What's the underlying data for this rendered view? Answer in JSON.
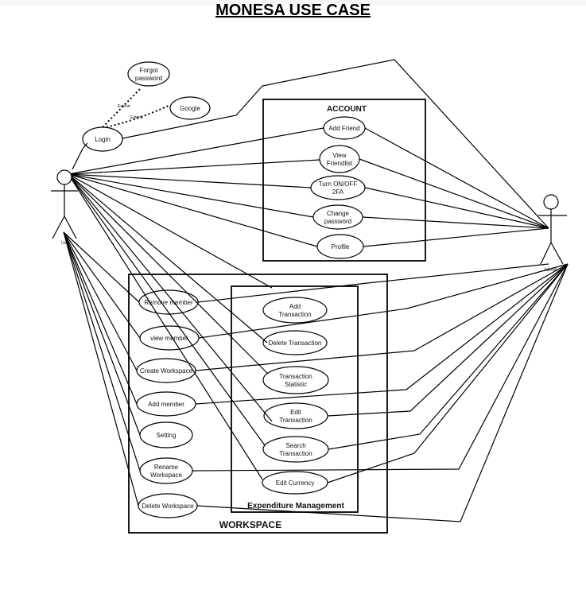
{
  "title": "MONESA USE CASE",
  "boxes": {
    "account": "ACCOUNT",
    "workspace": "WORKSPACE",
    "expenditure": "Expenditure Management"
  },
  "actors": {
    "user": "User",
    "admin": "Admin"
  },
  "relations": {
    "extend": "Extend"
  },
  "use_cases": {
    "forgot_password": [
      "Forgot",
      "password"
    ],
    "google": [
      "Google"
    ],
    "login": [
      "Login"
    ],
    "add_friend": [
      "Add Friend"
    ],
    "view_friendlist": [
      "View",
      "Friendlist"
    ],
    "turn_2fa": [
      "Turn ON/OFF",
      "2FA"
    ],
    "change_password": [
      "Change",
      "password"
    ],
    "profile": [
      "Profile"
    ],
    "remove_member": [
      "Remove member"
    ],
    "view_member": [
      "view member"
    ],
    "create_workspace": [
      "Create Workspace"
    ],
    "add_member": [
      "Add member"
    ],
    "setting": [
      "Setting"
    ],
    "rename_workspace": [
      "Rename",
      "Workspace"
    ],
    "delete_workspace": [
      "Delete Workspace"
    ],
    "add_transaction": [
      "Add",
      "Transaction"
    ],
    "delete_transaction": [
      "Delete Transaction"
    ],
    "transaction_statistic": [
      "Transaction",
      "Statistic"
    ],
    "edit_transaction": [
      "Edit",
      "Transaction"
    ],
    "search_transaction": [
      "Search",
      "Transaction"
    ],
    "edit_currency": [
      "Edit Currency"
    ]
  }
}
